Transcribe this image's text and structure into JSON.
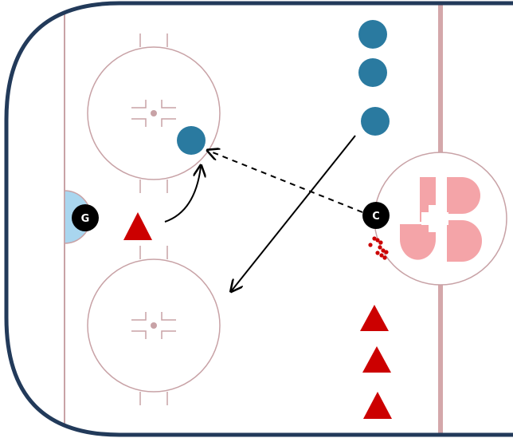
{
  "colors": {
    "boards": "#223a5a",
    "rink_lines": "#c8a2a6",
    "center_line": "#d4a7aa",
    "crease_fill": "#a9d6ef",
    "blue_team": "#2a7aa0",
    "red_team": "#cc0000",
    "player_marker": "#000000",
    "marker_text": "#ffffff",
    "logo": "#f4a4a8",
    "puck_dots": "#cc0000"
  },
  "markers": {
    "goalie_label": "G",
    "coach_label": "C"
  },
  "players": {
    "blue_count": 4,
    "red_triangle_count": 4
  },
  "icons": {
    "goalie": "goalie-marker-icon",
    "coach": "coach-marker-icon",
    "blue_player": "circle-player-icon",
    "red_player": "triangle-player-icon",
    "logo": "center-ice-logo-icon"
  },
  "paths": {
    "pass_style": "dashed",
    "skate_style": "solid",
    "curve_style": "solid"
  }
}
